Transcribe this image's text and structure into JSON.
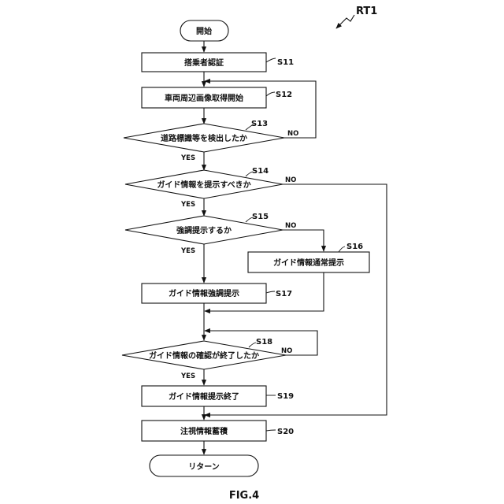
{
  "diagram_id": "RT1",
  "figure_caption": "FIG.4",
  "terminals": {
    "start": "開始",
    "end": "リターン"
  },
  "steps": {
    "s11": {
      "label": "S11",
      "text": "搭乗者認証"
    },
    "s12": {
      "label": "S12",
      "text": "車両周辺画像取得開始"
    },
    "s13": {
      "label": "S13",
      "text": "道路標識等を検出したか"
    },
    "s14": {
      "label": "S14",
      "text": "ガイド情報を提示すべきか"
    },
    "s15": {
      "label": "S15",
      "text": "強調提示するか"
    },
    "s16": {
      "label": "S16",
      "text": "ガイド情報通常提示"
    },
    "s17": {
      "label": "S17",
      "text": "ガイド情報強調提示"
    },
    "s18": {
      "label": "S18",
      "text": "ガイド情報の確認が終了したか"
    },
    "s19": {
      "label": "S19",
      "text": "ガイド情報提示終了"
    },
    "s20": {
      "label": "S20",
      "text": "注視情報蓄積"
    }
  },
  "branch_labels": {
    "yes": "YES",
    "no": "NO"
  },
  "edges": [
    {
      "from": "start",
      "to": "s11"
    },
    {
      "from": "s11",
      "to": "s12"
    },
    {
      "from": "s12",
      "to": "s13"
    },
    {
      "from": "s13",
      "to": "s14",
      "label": "YES"
    },
    {
      "from": "s13",
      "to": "s12",
      "label": "NO"
    },
    {
      "from": "s14",
      "to": "s15",
      "label": "YES"
    },
    {
      "from": "s14",
      "to": "s20",
      "label": "NO"
    },
    {
      "from": "s15",
      "to": "s17",
      "label": "YES"
    },
    {
      "from": "s15",
      "to": "s16",
      "label": "NO"
    },
    {
      "from": "s16",
      "to": "s18"
    },
    {
      "from": "s17",
      "to": "s18"
    },
    {
      "from": "s18",
      "to": "s19",
      "label": "YES"
    },
    {
      "from": "s18",
      "to": "s18",
      "label": "NO"
    },
    {
      "from": "s19",
      "to": "s20"
    },
    {
      "from": "s20",
      "to": "end"
    }
  ]
}
